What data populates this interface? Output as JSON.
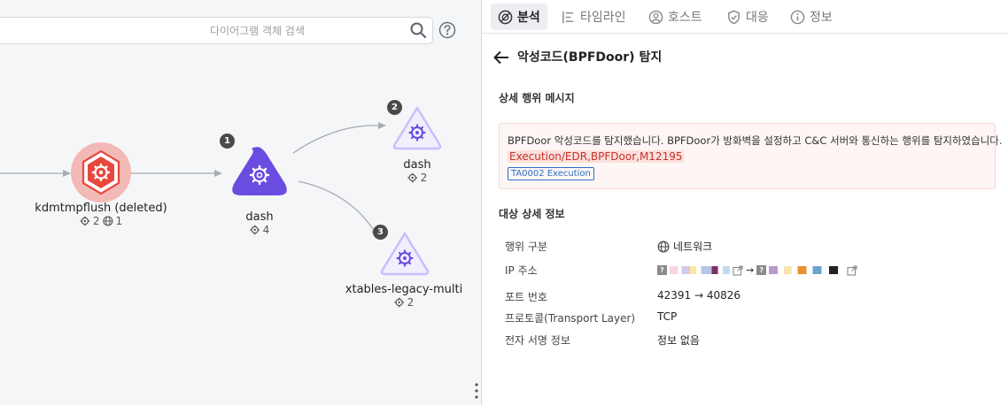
{
  "search": {
    "placeholder": "다이어그램 객체 검색"
  },
  "diagram": {
    "nodes": [
      {
        "id": "kdmtmpflush",
        "label": "kdmtmpflush (deleted)",
        "stat_gear": "2",
        "stat_globe": "1",
        "color": "#e8473d"
      },
      {
        "id": "dash_main",
        "label": "dash",
        "stat_gear": "4",
        "badge": "1",
        "color": "#6a4ce0"
      },
      {
        "id": "dash_child",
        "label": "dash",
        "stat_gear": "2",
        "badge": "2",
        "color": "#c9befa"
      },
      {
        "id": "xtables",
        "label": "xtables-legacy-multi",
        "stat_gear": "2",
        "badge": "3",
        "color": "#c9befa"
      }
    ]
  },
  "tabs": [
    {
      "label": "분석",
      "icon": "analysis-icon",
      "active": true
    },
    {
      "label": "타임라인",
      "icon": "timeline-icon",
      "active": false
    },
    {
      "label": "호스트",
      "icon": "host-icon",
      "active": false
    },
    {
      "label": "대응",
      "icon": "shield-icon",
      "active": false
    },
    {
      "label": "정보",
      "icon": "info-icon",
      "active": false
    }
  ],
  "panel": {
    "title": "악성코드(BPFDoor) 탐지",
    "behavior_heading": "상세 행위 메시지",
    "alert": {
      "message": "BPFDoor 악성코드를 탐지했습니다. BPFDoor가 방화벽을 설정하고 C&C 서버와 통신하는 행위를 탐지하였습니다.",
      "tags": "Execution/EDR,BPFDoor,M12195",
      "mitre": "TA0002 Execution"
    },
    "target_heading": "대상 상세 정보",
    "rows": [
      {
        "key": "행위 구분",
        "value": "네트워크"
      },
      {
        "key": "IP 주소",
        "value": ""
      },
      {
        "key": "포트 번호",
        "value": "42391 → 40826"
      },
      {
        "key": "프로토콜(Transport Layer)",
        "value": "TCP"
      },
      {
        "key": "전자 서명 정보",
        "value": "정보 없음"
      }
    ],
    "ip_unknown_flag": "?"
  },
  "colors": {
    "accent_purple": "#6a4ce0",
    "danger_red": "#e8473d",
    "link_blue": "#2a6fc9"
  }
}
